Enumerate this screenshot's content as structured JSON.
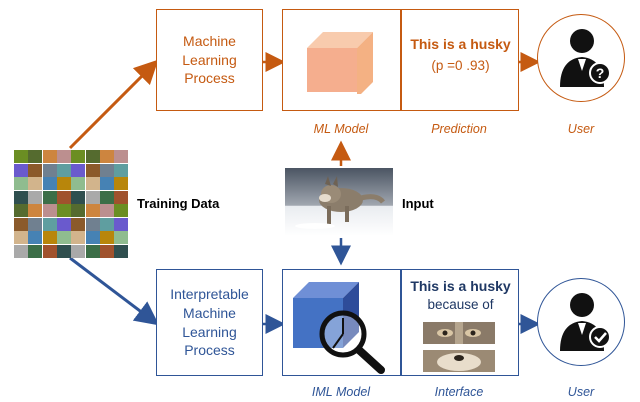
{
  "top": {
    "process_label": "Machine\nLearning\nProcess",
    "model_caption": "ML Model",
    "prediction_title": "This is a husky",
    "prediction_prob": "(p =0 .93)",
    "prediction_caption": "Prediction",
    "user_caption": "User"
  },
  "bottom": {
    "process_label": "Interpretable\nMachine\nLearning\nProcess",
    "model_caption": "IML Model",
    "interface_title": "This is a husky",
    "interface_sub": "because of",
    "interface_caption": "Interface",
    "user_caption": "User"
  },
  "training_label": "Training Data",
  "input_label": "Input",
  "colors": {
    "orange": "#c55a11",
    "blue": "#2f5597"
  },
  "icons": {
    "top_user": "user-question-icon",
    "bottom_user": "user-check-icon",
    "magnifier": "magnifier-icon"
  }
}
